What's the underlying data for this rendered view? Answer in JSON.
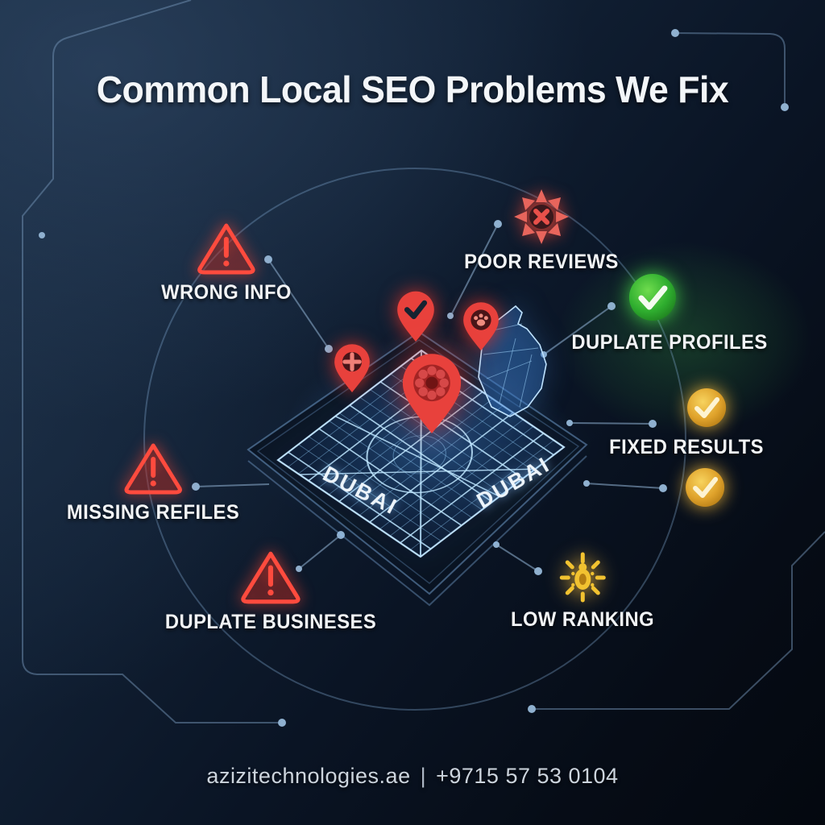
{
  "title": "Common Local SEO Problems We Fix",
  "map": {
    "city_label_left": "DUBAI",
    "city_label_right": "DUBAI"
  },
  "problems": [
    {
      "id": "wrong-info",
      "label": "WRONG INFO",
      "icon": "warning-triangle-icon",
      "color": "#ff4b3e"
    },
    {
      "id": "poor-reviews",
      "label": "POOR REVIEWS",
      "icon": "burst-x-icon",
      "color": "#e8655c"
    },
    {
      "id": "duplate-profiles",
      "label": "DUPLATE PROFILES",
      "icon": "green-check-circle-icon",
      "color": "#35c235"
    },
    {
      "id": "fixed-results",
      "label": "FIXED RESULTS",
      "icon": "gold-check-circle-icon",
      "color": "#e9ad2e"
    },
    {
      "id": "missing-refiles",
      "label": "MISSING REFILES",
      "icon": "warning-triangle-icon",
      "color": "#ff4b3e"
    },
    {
      "id": "duplate-busineses",
      "label": "DUPLATE BUSINESES",
      "icon": "warning-triangle-icon",
      "color": "#ff4b3e"
    },
    {
      "id": "low-ranking",
      "label": "LOW RANKING",
      "icon": "bug-sun-icon",
      "color": "#f2c230"
    }
  ],
  "footer": {
    "website": "azizitechnologies.ae",
    "separator": "|",
    "phone": "+9715 57 53 0104"
  },
  "colors": {
    "background_dark": "#0a1424",
    "accent_red": "#e8413c",
    "accent_green": "#35c235",
    "accent_gold": "#e9ad2e",
    "map_cyan": "#9fd4f5",
    "circuit_blue": "#7291b3",
    "text_white": "#f2f4f6"
  }
}
